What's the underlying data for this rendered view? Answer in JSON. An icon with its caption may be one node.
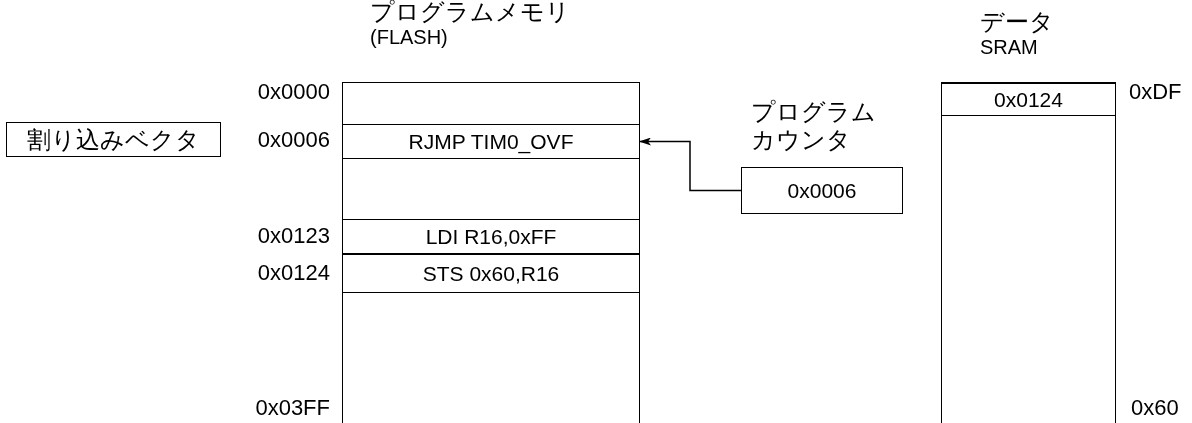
{
  "diagram": {
    "nodes": [
      {
        "text": [
          "割り込みベクタ"
        ]
      },
      {
        "text": [
          "プログラムメモリ",
          "(FLASH)"
        ]
      },
      {
        "text": [
          "RJMP TIM0_OVF"
        ],
        "in": 1
      },
      {
        "text": [
          "LDI R16,0xFF"
        ],
        "in": 1
      },
      {
        "text": [
          "STS 0x60,R16"
        ],
        "in": 1
      },
      {
        "text": [
          "プログラムカウンタ",
          "0x0006"
        ]
      },
      {
        "text": [
          "データ",
          "SRAM"
        ]
      },
      {
        "text": [
          "0x0124"
        ],
        "in": 6
      }
    ],
    "edges": [
      {
        "from": 5,
        "to": 2,
        "arrow": "to"
      }
    ],
    "labels": [
      "0x0000",
      "0x0006",
      "0x0123",
      "0x0124",
      "0x03FF",
      "0xDF",
      "0x60"
    ]
  }
}
